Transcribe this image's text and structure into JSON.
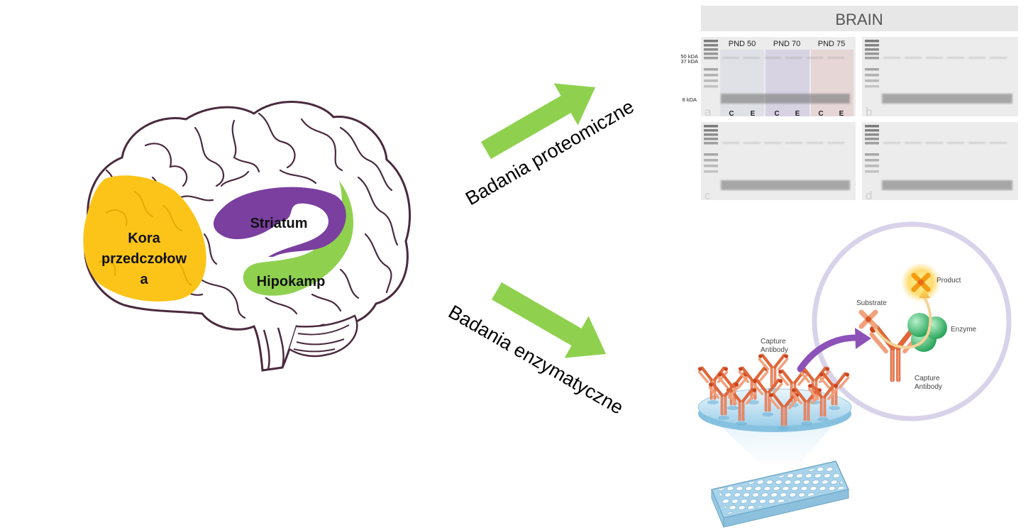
{
  "brain": {
    "regions": {
      "prefrontal_lines": [
        "Kora",
        "przedczołow",
        "a"
      ],
      "striatum": "Striatum",
      "hippocampus": "Hipokamp"
    },
    "colors": {
      "outline": "#4a2a3f",
      "prefrontal": "#fcc419",
      "striatum": "#7b3fa0",
      "hippocampus": "#8fd14f"
    }
  },
  "arrows": {
    "color": "#8fd14f",
    "proteomic_label": "Badania proteomiczne",
    "enzymatic_label": "Badania enzymatyczne"
  },
  "western_blot": {
    "title": "BRAIN",
    "groups": [
      "PND 50",
      "PND 70",
      "PND 75"
    ],
    "markers": [
      "50 kDA",
      "37 kDA",
      "8 kDA"
    ],
    "lane_labels": [
      "C",
      "E",
      "C",
      "E",
      "C",
      "E"
    ],
    "panels": [
      "a",
      "b",
      "c",
      "d"
    ]
  },
  "elisa": {
    "labels": {
      "product": "Product",
      "substrate": "Substrate",
      "enzyme": "Enzyme",
      "capture_antibody_line1": "Capture",
      "capture_antibody_line2": "Antibody"
    },
    "colors": {
      "antibody": "#e0673a",
      "enzyme": "#3bb56a",
      "product": "#f39c12",
      "plate": "#bfe0f2",
      "circle": "#d8d3ea",
      "curve_arrow": "#8c52b8"
    }
  }
}
